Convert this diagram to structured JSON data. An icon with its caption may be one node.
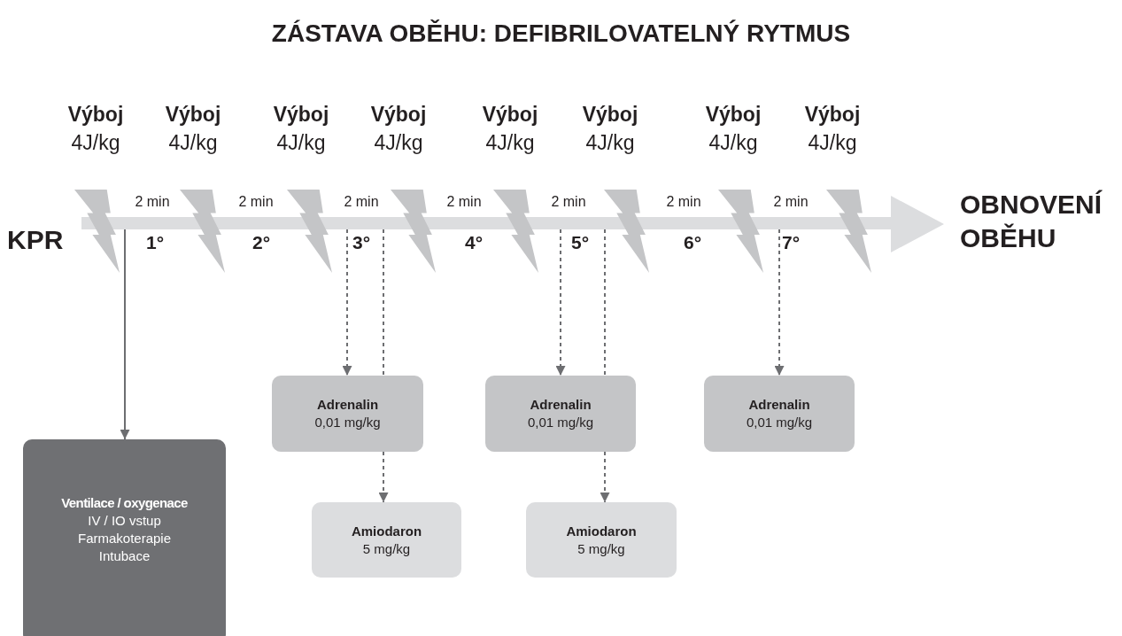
{
  "diagram": {
    "title": "ZÁSTAVA OBĚHU: DEFIBRILOVATELNÝ RYTMUS",
    "nodes": [
      {
        "text": [
          "Ventilace / oxygenace",
          "IV / IO vstup",
          "Farmakoterapie",
          "Intubace"
        ]
      },
      {
        "text": [
          "Adrenalin",
          "0,01 mg/kg"
        ]
      },
      {
        "text": [
          "Amiodaron",
          "5 mg/kg"
        ]
      },
      {
        "text": [
          "Adrenalin",
          "0,01 mg/kg"
        ]
      },
      {
        "text": [
          "Amiodaron",
          "5 mg/kg"
        ]
      },
      {
        "text": [
          "Adrenalin",
          "0,01 mg/kg"
        ]
      },
      {
        "text": [],
        "shape": "arrow",
        "beside": [
          "KPR",
          "OBNOVENÍ OBĚHU"
        ]
      }
    ],
    "edges": [
      {
        "from": 6,
        "to": 0,
        "arrow": "to"
      },
      {
        "from": 6,
        "to": 1,
        "arrow": "to",
        "style": "dashed"
      },
      {
        "from": 6,
        "to": 1,
        "arrow": "none",
        "style": "dashed"
      },
      {
        "from": 1,
        "to": 2,
        "arrow": "to",
        "style": "dashed"
      },
      {
        "from": 6,
        "to": 3,
        "arrow": "to",
        "style": "dashed"
      },
      {
        "from": 6,
        "to": 3,
        "arrow": "none",
        "style": "dashed"
      },
      {
        "from": 3,
        "to": 4,
        "arrow": "to",
        "style": "dashed"
      },
      {
        "from": 6,
        "to": 5,
        "arrow": "to",
        "style": "dashed"
      }
    ],
    "labels": [
      "Výboj",
      "4J/kg",
      "Výboj",
      "4J/kg",
      "Výboj",
      "4J/kg",
      "Výboj",
      "4J/kg",
      "Výboj",
      "4J/kg",
      "Výboj",
      "4J/kg",
      "Výboj",
      "4J/kg",
      "Výboj",
      "4J/kg",
      "2 min",
      "2 min",
      "2 min",
      "2 min",
      "2 min",
      "2 min",
      "2 min",
      "1°",
      "2°",
      "3°",
      "4°",
      "5°",
      "6°",
      "7°"
    ]
  }
}
